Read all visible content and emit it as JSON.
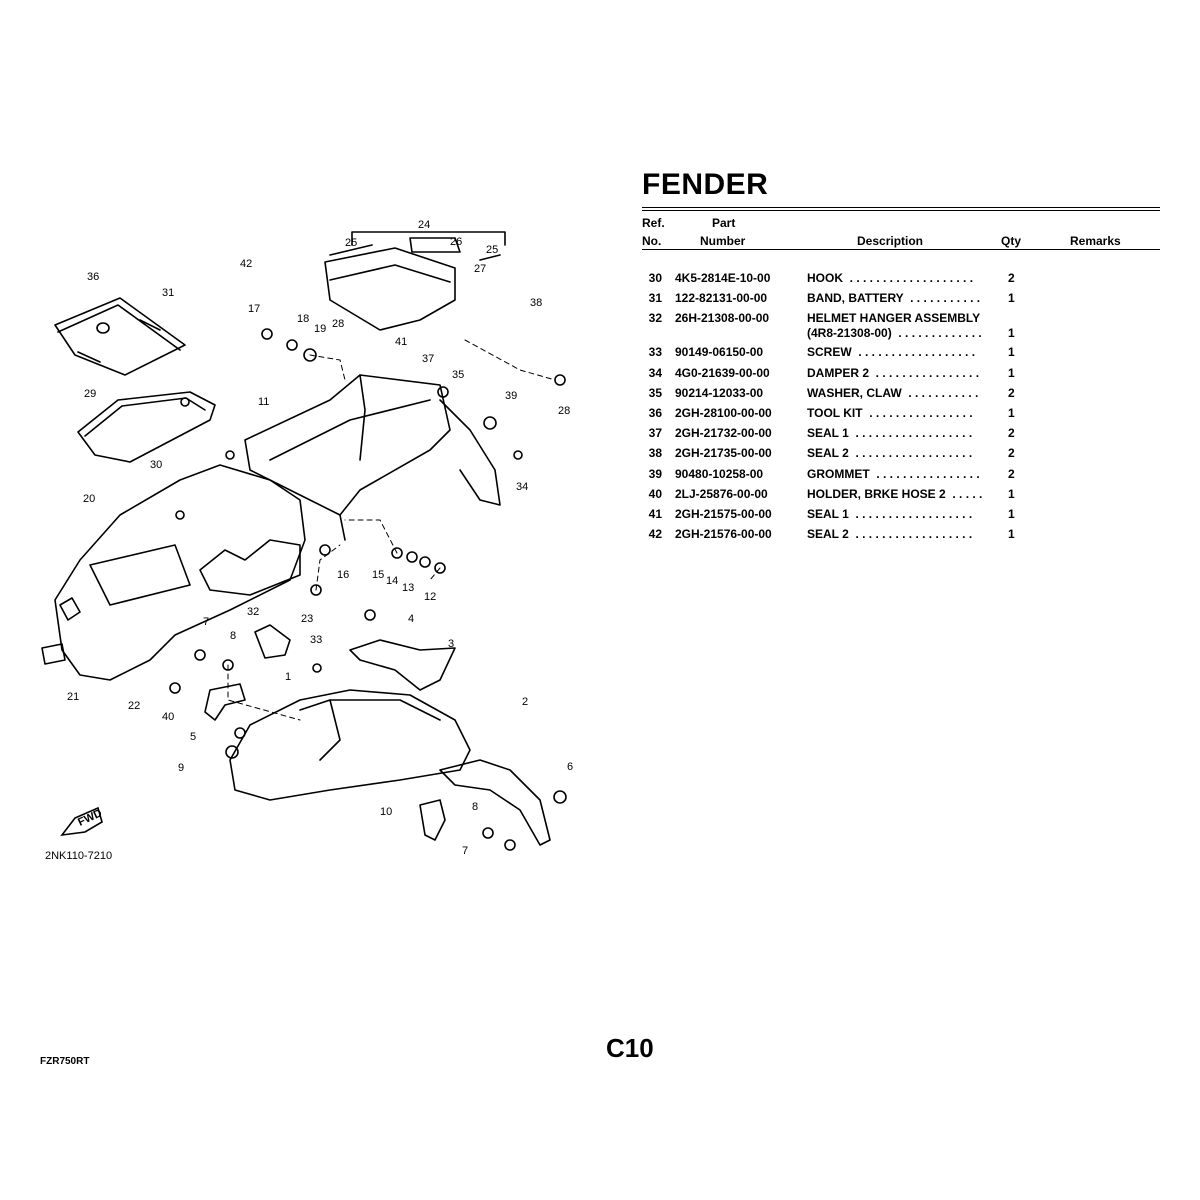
{
  "title": "FENDER",
  "headers": {
    "ref_line1": "Ref.",
    "ref_line2": "No.",
    "part_line1": "Part",
    "part_line2": "Number",
    "description": "Description",
    "qty": "Qty",
    "remarks": "Remarks"
  },
  "rows": [
    {
      "ref": "30",
      "part": "4K5-2814E-10-00",
      "desc": "HOOK  . . . . . . . . . . . . . . . . . . .",
      "qty": "2"
    },
    {
      "ref": "31",
      "part": "122-82131-00-00",
      "desc": "BAND, BATTERY  . . . . . . . . . . .",
      "qty": "1"
    },
    {
      "ref": "32",
      "part": "26H-21308-00-00",
      "desc": "HELMET HANGER ASSEMBLY",
      "desc2": "(4R8-21308-00)  . . . . . . . . . . . . .",
      "qty": "1"
    },
    {
      "ref": "33",
      "part": "90149-06150-00",
      "desc": "SCREW  . . . . . . . . . . . . . . . . . .",
      "qty": "1"
    },
    {
      "ref": "34",
      "part": "4G0-21639-00-00",
      "desc": "DAMPER 2  . . . . . . . . . . . . . . . .",
      "qty": "1"
    },
    {
      "ref": "35",
      "part": "90214-12033-00",
      "desc": "WASHER, CLAW  . . . . . . . . . . .",
      "qty": "2"
    },
    {
      "ref": "36",
      "part": "2GH-28100-00-00",
      "desc": "TOOL KIT  . . . . . . . . . . . . . . . .",
      "qty": "1"
    },
    {
      "ref": "37",
      "part": "2GH-21732-00-00",
      "desc": "SEAL 1  . . . . . . . . . . . . . . . . . .",
      "qty": "2"
    },
    {
      "ref": "38",
      "part": "2GH-21735-00-00",
      "desc": "SEAL 2  . . . . . . . . . . . . . . . . . .",
      "qty": "2"
    },
    {
      "ref": "39",
      "part": "90480-10258-00",
      "desc": "GROMMET  . . . . . . . . . . . . . . . .",
      "qty": "2"
    },
    {
      "ref": "40",
      "part": "2LJ-25876-00-00",
      "desc": "HOLDER, BRKE HOSE 2  . . . . .",
      "qty": "1"
    },
    {
      "ref": "41",
      "part": "2GH-21575-00-00",
      "desc": "SEAL 1  . . . . . . . . . . . . . . . . . .",
      "qty": "1"
    },
    {
      "ref": "42",
      "part": "2GH-21576-00-00",
      "desc": "SEAL 2  . . . . . . . . . . . . . . . . . .",
      "qty": "1"
    }
  ],
  "diagram": {
    "code": "2NK110-7210",
    "fwd_label": "FWD",
    "callouts": [
      "24",
      "25",
      "26",
      "25",
      "27",
      "42",
      "36",
      "31",
      "17",
      "18",
      "19",
      "28",
      "41",
      "38",
      "37",
      "28",
      "29",
      "11",
      "35",
      "39",
      "30",
      "34",
      "20",
      "16",
      "15",
      "14",
      "13",
      "12",
      "23",
      "32",
      "33",
      "4",
      "7",
      "8",
      "3",
      "21",
      "22",
      "40",
      "1",
      "2",
      "5",
      "9",
      "6",
      "10",
      "8",
      "7"
    ]
  },
  "footer": {
    "model": "FZR750RT",
    "page": "C10"
  }
}
